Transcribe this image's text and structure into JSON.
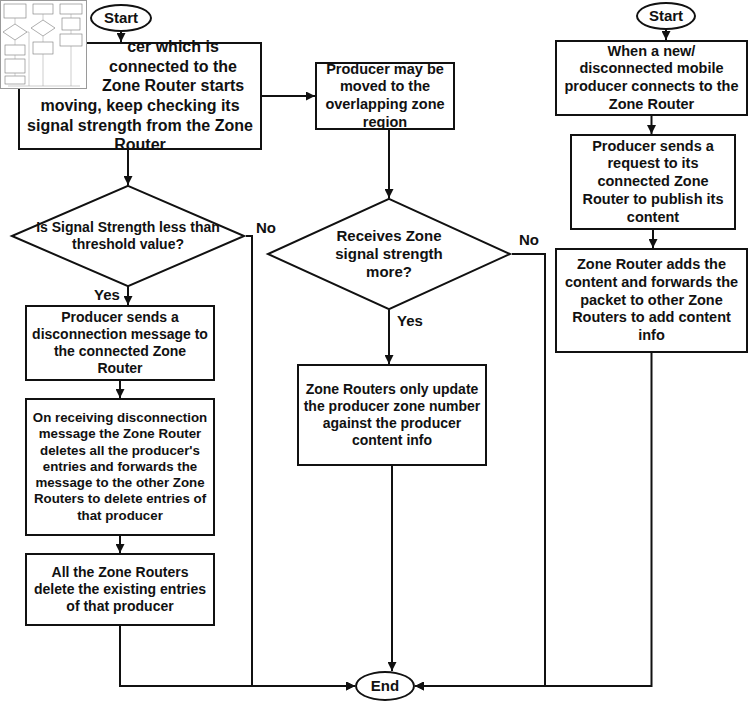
{
  "diagram": {
    "nodes": [
      {
        "text": [
          "Start"
        ]
      },
      {
        "text": [
          "cer which is connected to the Zone Router starts moving, keep checking its signal strength from the Zone Router"
        ]
      },
      {
        "text": [
          "Producer may be moved to the overlapping zone region"
        ]
      },
      {
        "text": [
          "Start"
        ]
      },
      {
        "text": [
          "When a new/ disconnected mobile producer connects to the Zone Router"
        ]
      },
      {
        "text": [
          "Producer sends a request to its connected Zone Router to publish its content"
        ]
      },
      {
        "text": [
          "Is Signal Strength less than threshold value?"
        ]
      },
      {
        "text": [
          "Receives Zone signal strength more?"
        ]
      },
      {
        "text": [
          "Zone Router adds the content and forwards the packet to other Zone Routers to add content info"
        ]
      },
      {
        "text": [
          "Producer sends a disconnection message to the connected Zone Router"
        ]
      },
      {
        "text": [
          "Zone Routers only update the producer zone number against the producer content info"
        ]
      },
      {
        "text": [
          "On receiving disconnection message the Zone Router deletes all the producer's entries and forwards the message to the other Zone Routers to delete entries of that producer"
        ]
      },
      {
        "text": [
          "All the Zone Routers delete the existing entries of that producer"
        ]
      },
      {
        "text": [
          "End"
        ]
      }
    ],
    "edges": [
      {
        "from": 0,
        "to": 1,
        "arrow": "to"
      },
      {
        "from": 1,
        "to": 2,
        "arrow": "to"
      },
      {
        "from": 1,
        "to": 6,
        "arrow": "to"
      },
      {
        "from": 6,
        "to": 9,
        "label": "Yes",
        "arrow": "to"
      },
      {
        "from": 6,
        "to": 13,
        "label": "No",
        "arrow": "to"
      },
      {
        "from": 9,
        "to": 11,
        "arrow": "to"
      },
      {
        "from": 11,
        "to": 12,
        "arrow": "to"
      },
      {
        "from": 12,
        "to": 13,
        "arrow": "to"
      },
      {
        "from": 2,
        "to": 7,
        "arrow": "to"
      },
      {
        "from": 7,
        "to": 10,
        "label": "Yes",
        "arrow": "to"
      },
      {
        "from": 7,
        "to": 13,
        "label": "No",
        "arrow": "to"
      },
      {
        "from": 10,
        "to": 13,
        "arrow": "to"
      },
      {
        "from": 3,
        "to": 4,
        "arrow": "to"
      },
      {
        "from": 4,
        "to": 5,
        "arrow": "to"
      },
      {
        "from": 5,
        "to": 8,
        "arrow": "to"
      },
      {
        "from": 8,
        "to": 13,
        "arrow": "to"
      }
    ]
  }
}
